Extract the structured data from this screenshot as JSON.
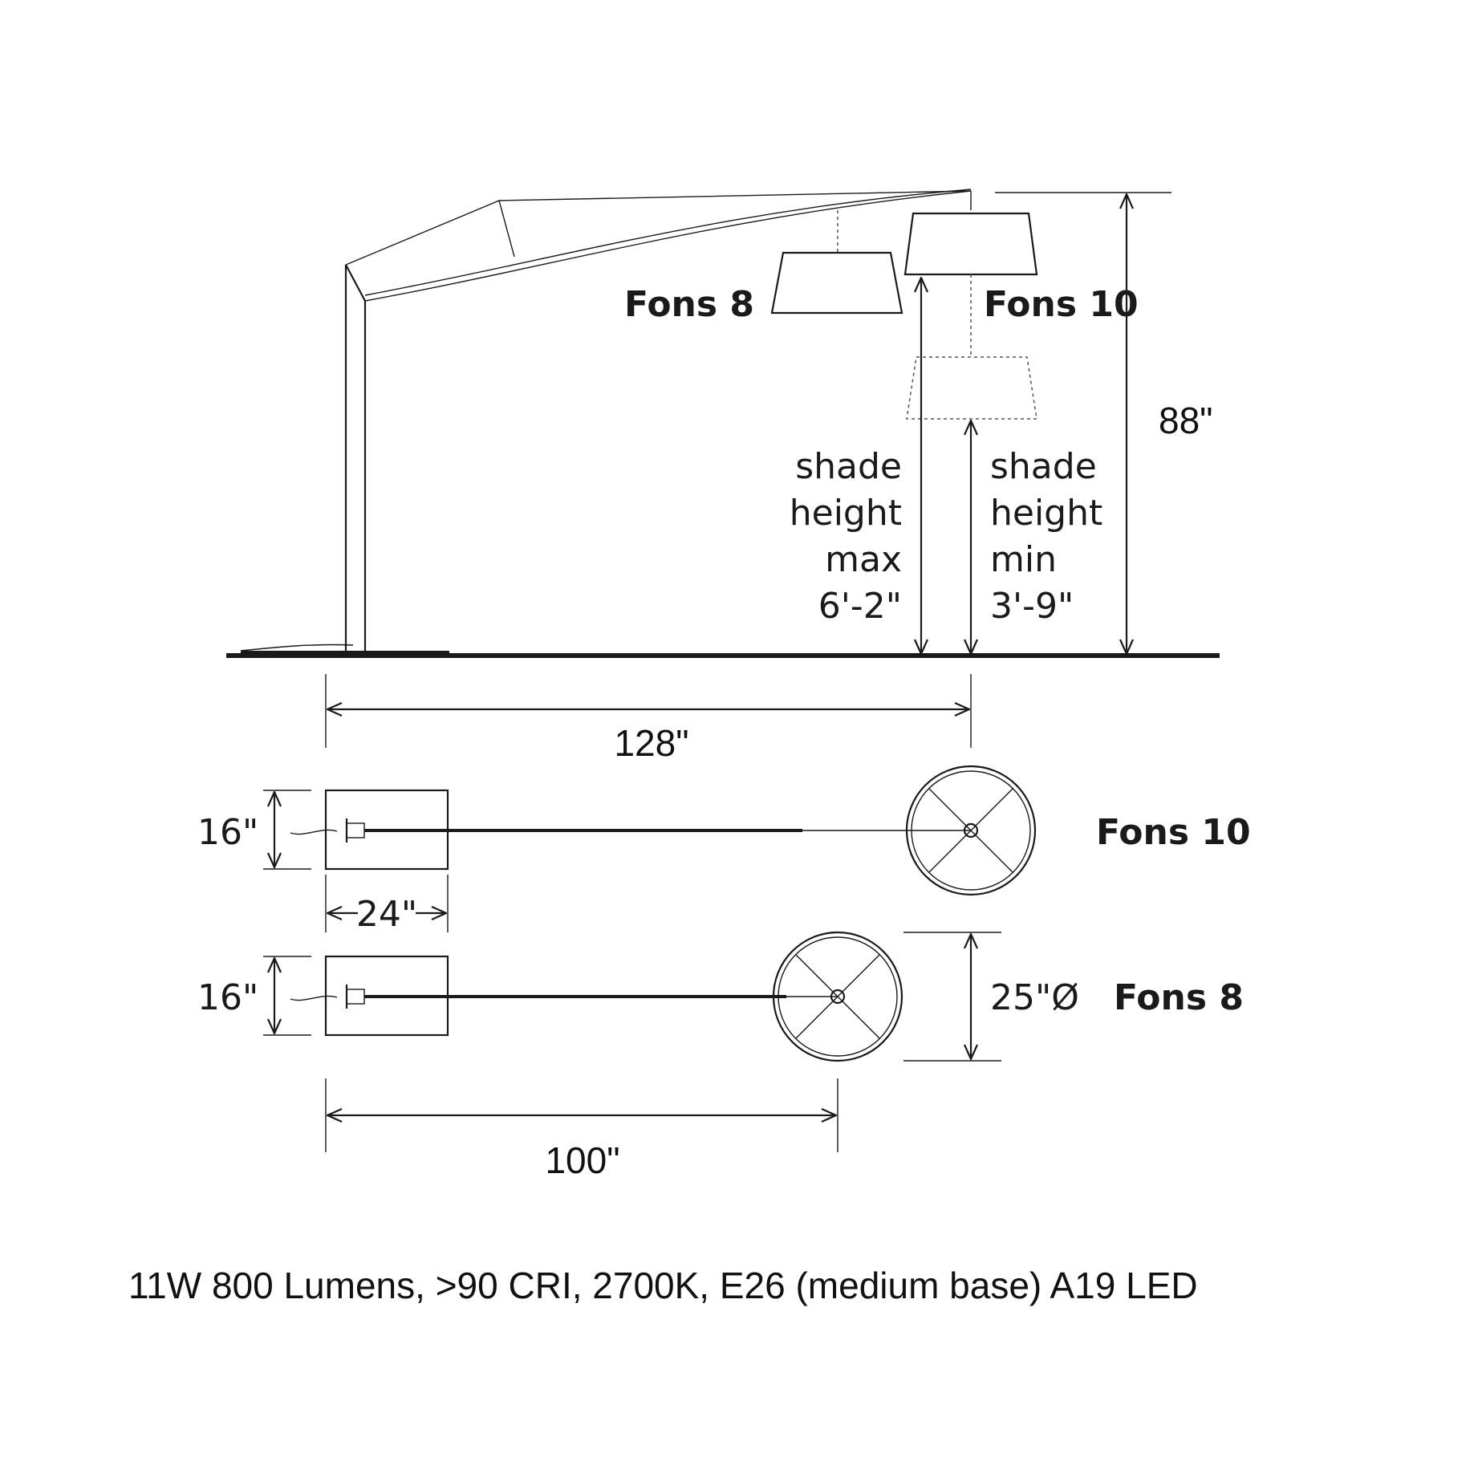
{
  "side_view": {
    "label_fons8": "Fons 8",
    "label_fons10": "Fons 10",
    "overall_height": "88\"",
    "shade_max": [
      "shade",
      "height",
      "max",
      "6'-2\""
    ],
    "shade_min": [
      "shade",
      "height",
      "min",
      "3'-9\""
    ],
    "reach_fons10": "128\""
  },
  "plan_view": {
    "fons10": {
      "label": "Fons 10",
      "base_depth": "16\"",
      "base_width": "24\""
    },
    "fons8": {
      "label": "Fons 8",
      "base_depth": "16\"",
      "shade_diameter": "25\"Ø",
      "reach": "100\""
    }
  },
  "spec_line": "11W 800 Lumens, >90 CRI, 2700K, E26 (medium base) A19 LED"
}
